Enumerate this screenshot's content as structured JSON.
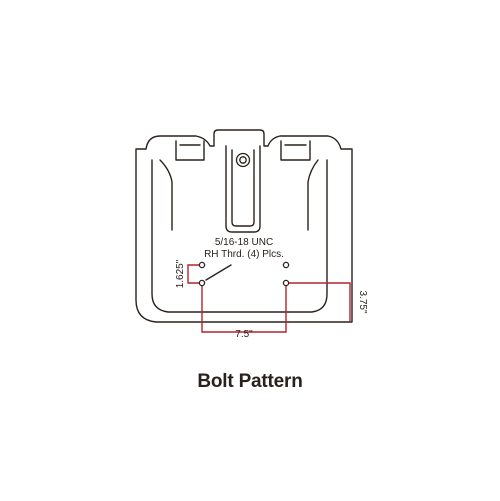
{
  "diagram": {
    "thread_line1": "5/16-18 UNC",
    "thread_line2": "RH Thrd. (4) Plcs.",
    "dim_vertical_small": "1.625\"",
    "dim_horizontal": "7.5\"",
    "dim_vertical_right": "3.75\""
  },
  "caption": "Bolt Pattern",
  "colors": {
    "outline": "#2a211c",
    "dimension": "#b3242f",
    "background": "#ffffff"
  }
}
